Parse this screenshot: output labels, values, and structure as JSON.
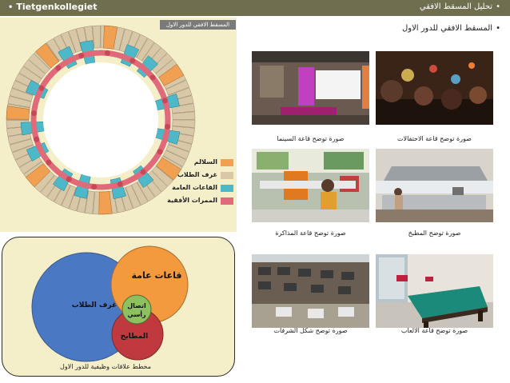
{
  "header": {
    "left_title": "Tietgenkollegiet",
    "right_title": "تحليل المسقط الافقي",
    "bg_color": "#6f6f4f"
  },
  "floor_plan": {
    "caption": "المسقط الافقي للدور الاول",
    "legend": [
      {
        "label": "السلالم",
        "color": "#f0a050"
      },
      {
        "label": "غرف الطلاب",
        "color": "#d8c8a8"
      },
      {
        "label": "القاعات العامة",
        "color": "#4cb8c8"
      },
      {
        "label": "الممرات الأفقية",
        "color": "#e06a7a"
      }
    ]
  },
  "section_title": "المسقط الافقي للدور الاول",
  "photos": [
    {
      "caption": "صورة توضح قاعة الاحتفالات",
      "icon": "party-hall-photo"
    },
    {
      "caption": "صورة توضح قاعة السينما",
      "icon": "cinema-hall-photo"
    },
    {
      "caption": "صورة توضح المطبخ",
      "icon": "kitchen-photo"
    },
    {
      "caption": "صورة توضح قاعة المذاكرة",
      "icon": "study-hall-photo"
    },
    {
      "caption": "صورة توضح قاعة الالعاب",
      "icon": "game-room-photo"
    },
    {
      "caption": "صورة توضح شكل الشرفات",
      "icon": "balconies-photo"
    }
  ],
  "diagram": {
    "caption": "مخطط علاقات وظيفية للدور الاول",
    "nodes": {
      "rooms": {
        "label": "غرف الطلاب",
        "color": "#4a78c2"
      },
      "halls": {
        "label": "قاعات عامة",
        "color": "#f39a3e"
      },
      "connection_line1": "اتصال",
      "connection_line2": "رأسي",
      "connection_color": "#8fc060",
      "kitchens": {
        "label": "المطابخ",
        "color": "#c0393e"
      }
    }
  }
}
